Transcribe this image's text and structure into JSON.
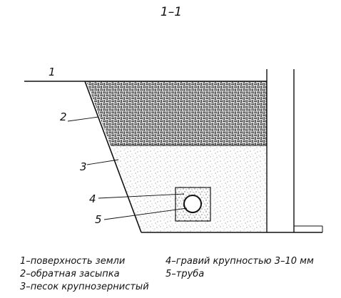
{
  "section_title": "1–1",
  "callouts": [
    "1",
    "2",
    "3",
    "4",
    "5"
  ],
  "legend": [
    "1–поверхность земли",
    "2–обратная засыпка",
    "3–песок крупнозернистый",
    "4–гравий крупностью 3–10 мм",
    "5–труба"
  ]
}
